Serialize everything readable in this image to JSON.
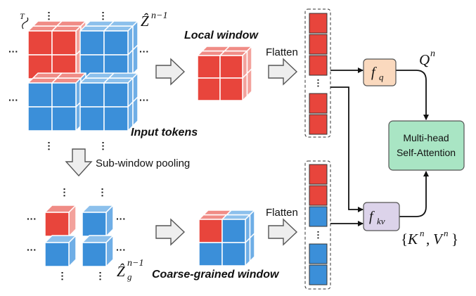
{
  "labels": {
    "local_window": "Local window",
    "input_tokens": "Input tokens",
    "sub_window_pooling": "Sub-window pooling",
    "coarse_grained_window": "Coarse-grained window",
    "flatten_top": "Flatten",
    "flatten_bottom": "Flatten",
    "attention_line1": "Multi-head",
    "attention_line2": "Self-Attention",
    "t_label": "T"
  },
  "math": {
    "z_hat_base": "Ẑ",
    "z_hat_sup": "n−1",
    "zg_hat_base": "Ẑ",
    "zg_hat_sub": "g",
    "zg_hat_sup": "n−1",
    "fq_base": "f",
    "fq_sub": "q",
    "fkv_base": "f",
    "fkv_sub": "kv",
    "q_base": "Q",
    "q_sup": "n",
    "kv_open": "{",
    "kv_k": "K",
    "kv_k_sup": "n",
    "kv_sep": ",",
    "kv_v": "V",
    "kv_v_sup": "n",
    "kv_close": "}"
  },
  "colors": {
    "red_front": "#E8453C",
    "red_top": "#F08C86",
    "red_side": "#F3A29C",
    "blue_front": "#3B8FD9",
    "blue_top": "#8CC0EC",
    "blue_side": "#6FAEE6",
    "fq_fill": "#FAD9BE",
    "fkv_fill": "#DCD3EA",
    "attn_fill": "#A9E5C4",
    "arrow_fill": "#EEEEEE",
    "arrow_stroke": "#555555"
  },
  "icons": {
    "down_arrow": "hollow-down-arrow-icon",
    "right_arrow": "hollow-right-arrow-icon"
  }
}
